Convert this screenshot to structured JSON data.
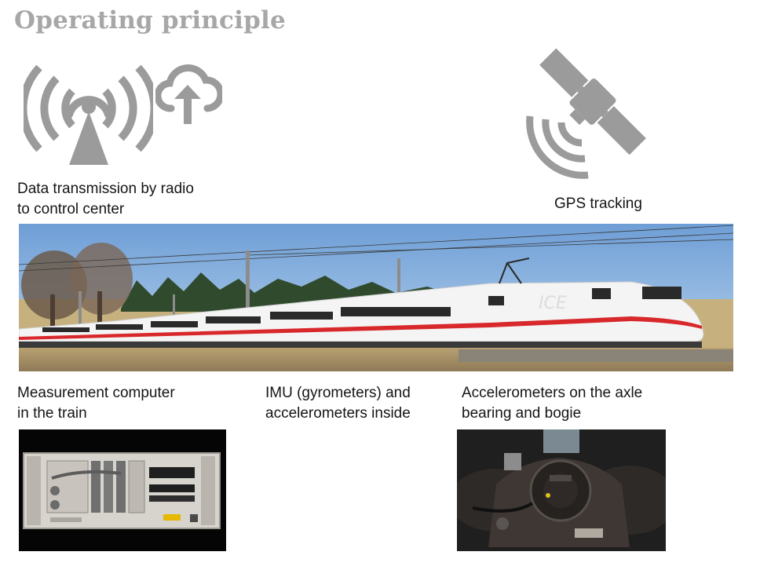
{
  "header": {
    "title": "Operating principle"
  },
  "captions": {
    "radio_line1": "Data transmission by radio",
    "radio_line2": "to control center",
    "gps": "GPS tracking",
    "computer_line1": "Measurement computer",
    "computer_line2": "in the train",
    "imu_line1": "IMU (gyrometers) and",
    "imu_line2": "accelerometers inside",
    "accel_line1": "Accelerometers on the axle",
    "accel_line2": "bearing and bogie"
  },
  "train": {
    "livery_text": "ICE"
  },
  "icons": {
    "radio": "radio-tower-icon",
    "cloud": "cloud-upload-icon",
    "satellite": "satellite-icon"
  },
  "colors": {
    "icon_gray": "#9b9b9b",
    "title_gray": "#a7a7a7",
    "ice_red": "#d8282b"
  }
}
